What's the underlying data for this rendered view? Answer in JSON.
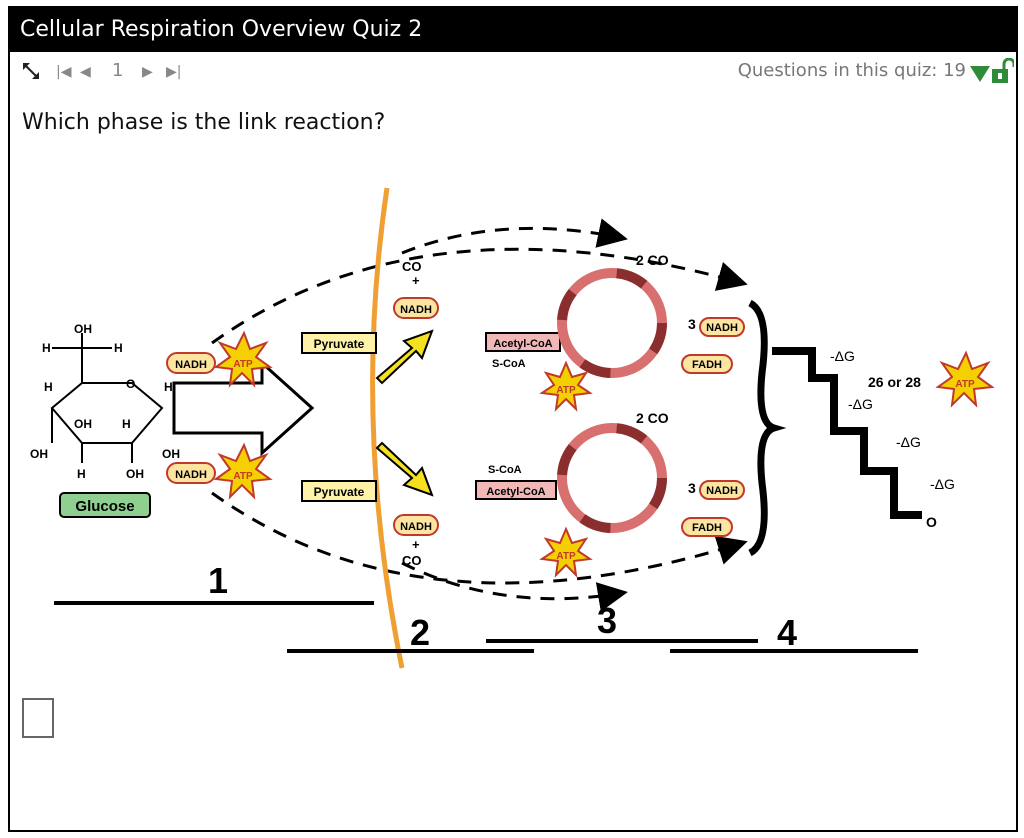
{
  "window": {
    "title": "Cellular Respiration Overview Quiz 2"
  },
  "nav": {
    "first": "|◀",
    "prev": "◀",
    "page": "1",
    "next": "▶",
    "last": "▶|",
    "questions_label": "Questions in this quiz: 19"
  },
  "question": {
    "text": "Which phase is the link reaction?"
  },
  "diagram": {
    "glucose": "Glucose",
    "pyruvate_top": "Pyruvate",
    "pyruvate_bottom": "Pyruvate",
    "acetyl_top": "Acetyl-CoA",
    "acetyl_bottom": "Acetyl-CoA",
    "nadh": "NADH",
    "atp": "ATP",
    "fadh2": "FADH",
    "co2": "CO",
    "two_co2": "2 CO",
    "three_nadh": "3",
    "dg": "-ΔG",
    "atp_total": "26 or 28",
    "o2": "O",
    "s_coa": "S-CoA",
    "labels": {
      "one": "1",
      "two": "2",
      "three": "3",
      "four": "4"
    }
  },
  "answer": {
    "placeholder": ""
  }
}
